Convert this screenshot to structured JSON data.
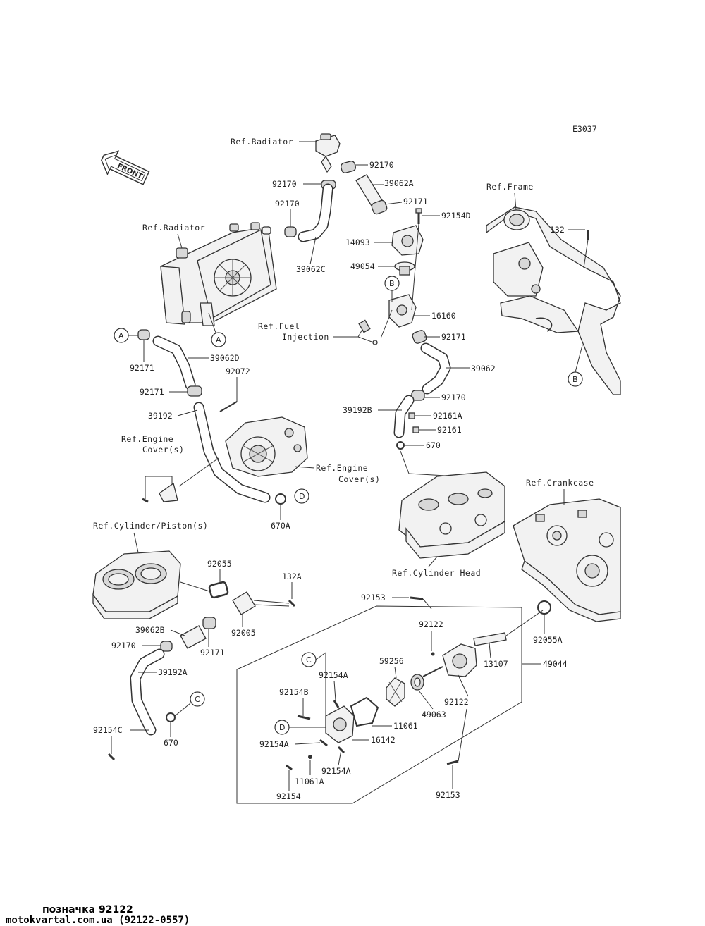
{
  "diagram_code": "E3037",
  "front_label": "FRONT",
  "refs": {
    "radiator_top": "Ref.Radiator",
    "radiator_left": "Ref.Radiator",
    "frame": "Ref.Frame",
    "fuel_injection_1": "Ref.Fuel",
    "fuel_injection_2": "Injection",
    "engine_cover_left_1": "Ref.Engine",
    "engine_cover_left_2": "Cover(s)",
    "engine_cover_right_1": "Ref.Engine",
    "engine_cover_right_2": "Cover(s)",
    "crankcase": "Ref.Crankcase",
    "cylinder_piston": "Ref.Cylinder/Piston(s)",
    "cylinder_head": "Ref.Cylinder Head"
  },
  "callouts": {
    "A1": "A",
    "A2": "A",
    "B1": "B",
    "B2": "B",
    "C1": "C",
    "C2": "C",
    "D1": "D",
    "D2": "D"
  },
  "parts": {
    "p92170_a": "92170",
    "p39062A": "39062A",
    "p92170_b": "92170",
    "p92171_a": "92171",
    "p92154D": "92154D",
    "p92170_c": "92170",
    "p14093": "14093",
    "p39062C": "39062C",
    "p49054": "49054",
    "p16160": "16160",
    "p92171_b": "92171",
    "p39062D": "39062D",
    "p92171_c": "92171",
    "p92072": "92072",
    "p92171_d": "92171",
    "p39192": "39192",
    "p39062": "39062",
    "p92170_d": "92170",
    "p39192B": "39192B",
    "p92161A": "92161A",
    "p92161": "92161",
    "p670_a": "670",
    "p670A": "670A",
    "p132": "132",
    "p92055": "92055",
    "p132A": "132A",
    "p39062B": "39062B",
    "p92005": "92005",
    "p92170_e": "92170",
    "p92171_e": "92171",
    "p39192A": "39192A",
    "p92154C": "92154C",
    "p670_b": "670",
    "p92153_a": "92153",
    "p92122_a": "92122",
    "p92055A": "92055A",
    "p13107": "13107",
    "p49044": "49044",
    "p59256": "59256",
    "p92154A_a": "92154A",
    "p92154B": "92154B",
    "p49063": "49063",
    "p92122_b": "92122",
    "p11061": "11061",
    "p16142": "16142",
    "p92154A_b": "92154A",
    "p92154A_c": "92154A",
    "p11061A": "11061A",
    "p92154": "92154",
    "p92153_b": "92153"
  },
  "footer": {
    "caption": "позначка 92122",
    "site": "motokvartal.com.ua (92122-0557)"
  }
}
